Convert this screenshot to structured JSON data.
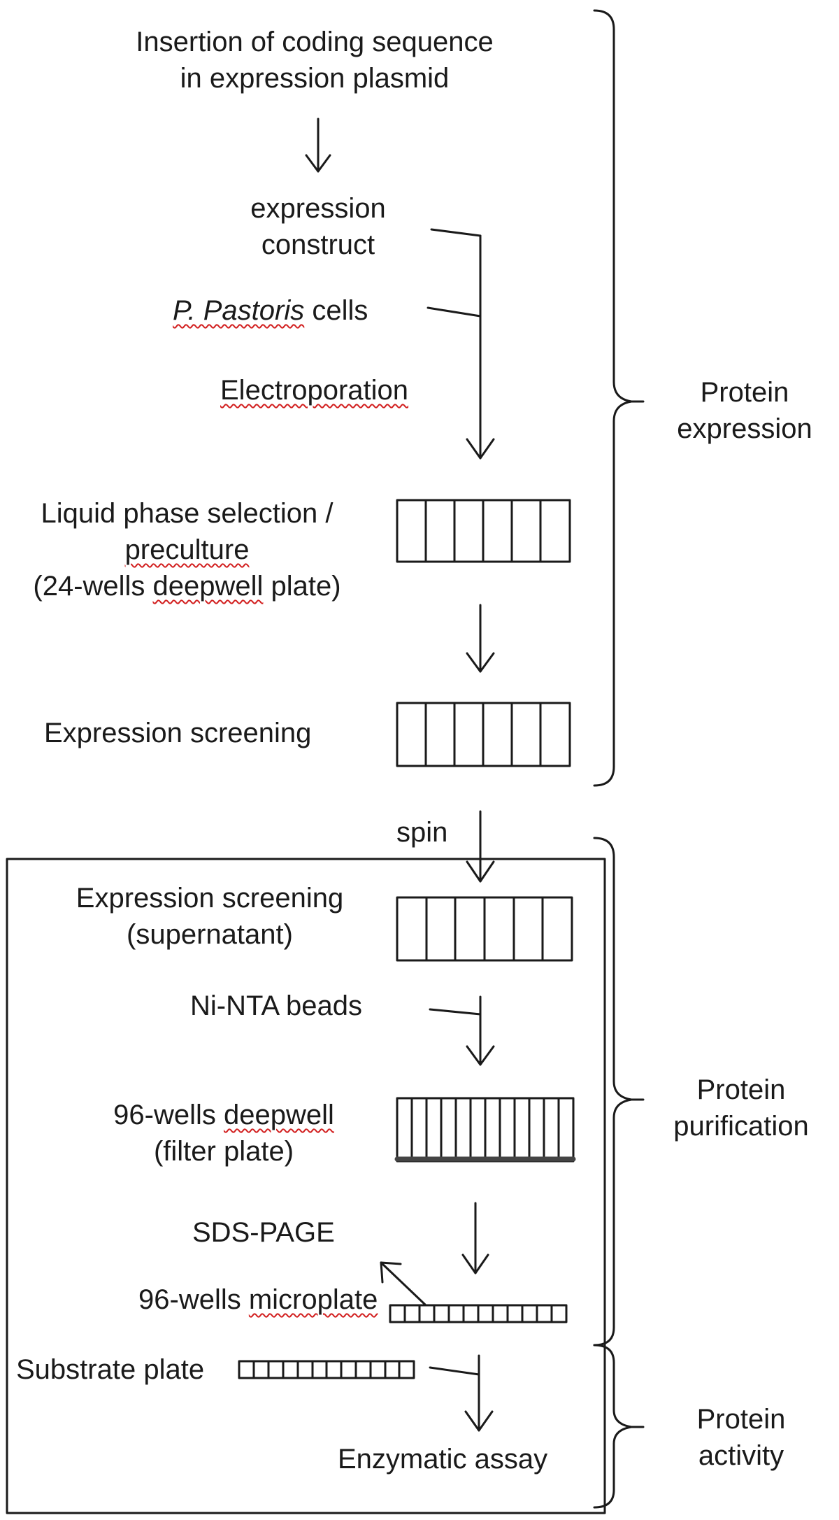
{
  "steps": {
    "insertion_line1": "Insertion of coding sequence",
    "insertion_line2": "in expression plasmid",
    "construct_line1": "expression",
    "construct_line2": "construct",
    "cells_italic": "P. Pastoris",
    "cells_suffix": " cells",
    "electroporation": "Electroporation",
    "liquid_line1": "Liquid phase selection /",
    "liquid_line2": "preculture",
    "liquid_line3_a": "(24-wells ",
    "liquid_line3_b": "deepwell",
    "liquid_line3_c": " plate)",
    "expression_screening": "Expression screening",
    "spin": "spin",
    "supernatant_line1": "Expression screening",
    "supernatant_line2": "(supernatant)",
    "beads": "Ni-NTA beads",
    "deepwell_line1_a": "96-wells ",
    "deepwell_line1_b": "deepwell",
    "deepwell_line2": "(filter plate)",
    "sds_page": "SDS-PAGE",
    "microplate_a": "96-wells ",
    "microplate_b": "microplate",
    "substrate_plate": "Substrate plate",
    "enzymatic_assay": "Enzymatic assay"
  },
  "stages": {
    "expression_line1": "Protein",
    "expression_line2": "expression",
    "purification_line1": "Protein",
    "purification_line2": "purification",
    "activity_line1": "Protein",
    "activity_line2": "activity"
  }
}
